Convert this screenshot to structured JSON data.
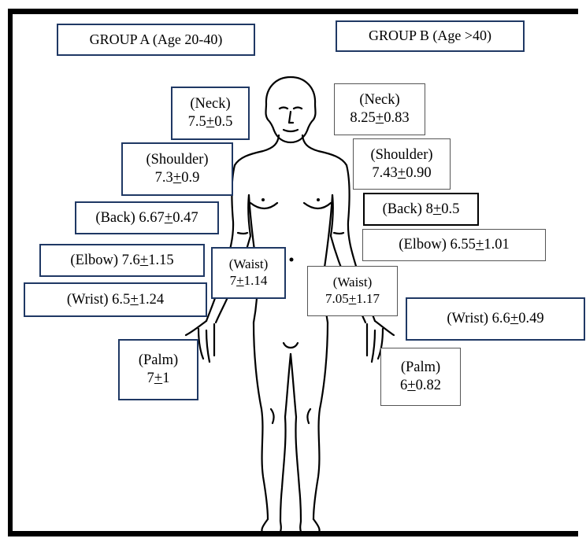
{
  "groups": {
    "a": "GROUP A (Age 20-40)",
    "b": "GROUP B (Age >40)"
  },
  "group_a": {
    "neck": {
      "label": "(Neck)",
      "value": "7.5",
      "pm": "+",
      "sd": "0.5"
    },
    "shoulder": {
      "label": "(Shoulder)",
      "value": "7.3",
      "pm": "+",
      "sd": "0.9"
    },
    "back": {
      "label": "(Back) 6.67",
      "pm": "+",
      "sd": "0.47"
    },
    "elbow": {
      "label": "(Elbow) 7.6",
      "pm": "+",
      "sd": "1.15"
    },
    "wrist": {
      "label": "(Wrist) 6.5",
      "pm": "+",
      "sd": "1.24"
    },
    "waist": {
      "label": "(Waist)",
      "value": "7",
      "pm": "+",
      "sd": "1.14"
    },
    "palm": {
      "label": "(Palm)",
      "value": "7",
      "pm": "+",
      "sd": "1"
    }
  },
  "group_b": {
    "neck": {
      "label": "(Neck)",
      "value": "8.25",
      "pm": "+",
      "sd": "0.83"
    },
    "shoulder": {
      "label": "(Shoulder)",
      "value": "7.43",
      "pm": "+",
      "sd": "0.90"
    },
    "back": {
      "label": "(Back) 8",
      "pm": "+",
      "sd": "0.5"
    },
    "elbow": {
      "label": "(Elbow) 6.55",
      "pm": "+",
      "sd": "1.01"
    },
    "wrist": {
      "label": "(Wrist) 6.6",
      "pm": "+",
      "sd": "0.49"
    },
    "waist": {
      "label": "(Waist)",
      "value": "7.05",
      "pm": "+",
      "sd": "1.17"
    },
    "palm": {
      "label": "(Palm)",
      "value": "6",
      "pm": "+",
      "sd": "0.82"
    }
  },
  "colors": {
    "border_navy": "#1f3864",
    "border_gray": "#555555",
    "line": "#000000"
  },
  "icons": {
    "figure": "human-body-outline-icon"
  }
}
